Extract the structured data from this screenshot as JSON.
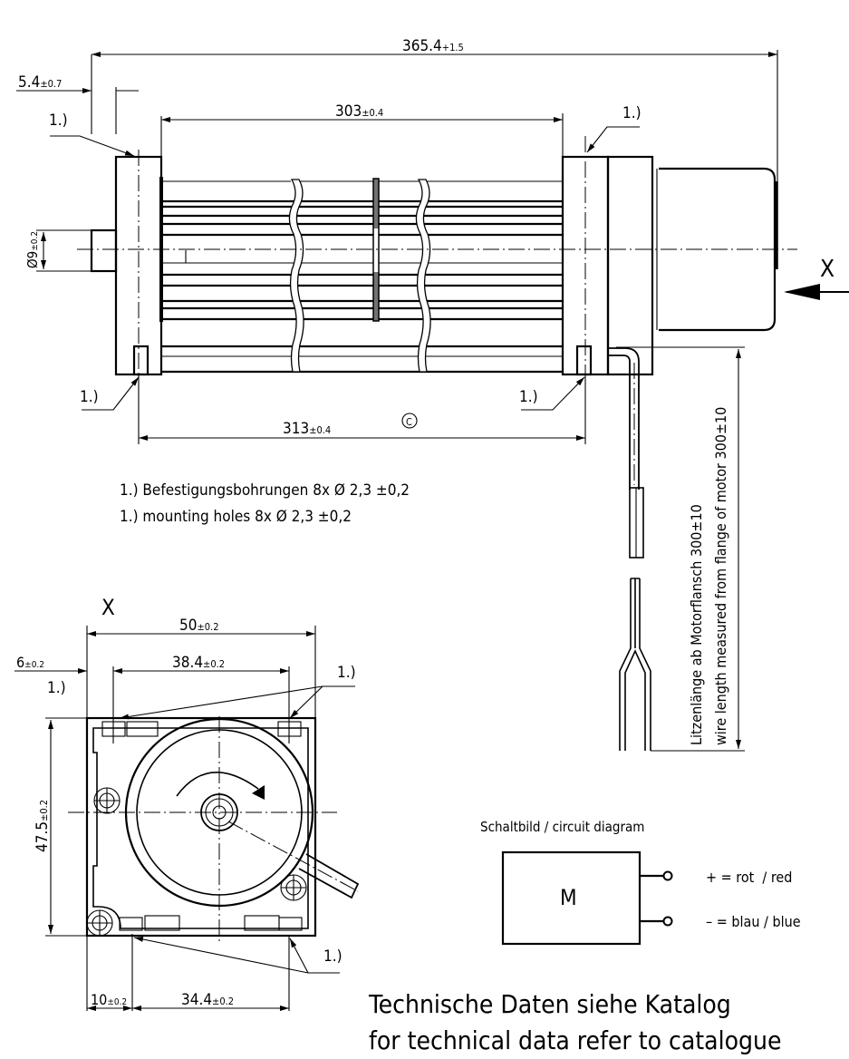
{
  "drawing": {
    "side_view": {
      "dim_overall_length": "365.4",
      "dim_overall_length_tol": "+1.5",
      "dim_shaft_offset": "5.4",
      "dim_shaft_offset_tol": "±0.7",
      "dim_impeller_length": "303",
      "dim_impeller_length_tol": "±0.4",
      "dim_hole_spacing": "313",
      "dim_hole_spacing_tol": "±0.4",
      "dim_hole_spacing_mark": "C",
      "dim_shaft_diameter": "Ø9",
      "dim_shaft_diameter_tol": "±0.2",
      "view_marker": "X",
      "callouts": [
        "1.)",
        "1.)",
        "1.)",
        "1.)"
      ]
    },
    "notes": {
      "mounting_holes_de": "1.) Befestigungsbohrungen 8x Ø 2,3 ±0,2",
      "mounting_holes_en": "1.) mounting holes 8x Ø 2,3 ±0,2"
    },
    "wire": {
      "label_de": "Litzenlänge ab Motorflansch 300±10",
      "label_en": "wire length measured from flange of motor 300±10"
    },
    "end_view": {
      "title": "X",
      "dim_width": "50",
      "dim_width_tol": "±0.2",
      "dim_hole_pitch": "38.4",
      "dim_hole_pitch_tol": "±0.2",
      "dim_edge_offset": "6",
      "dim_edge_offset_tol": "±0.2",
      "dim_height": "47.5",
      "dim_height_tol": "±0.2",
      "dim_bottom_offset": "10",
      "dim_bottom_offset_tol": "±0.2",
      "dim_bottom_pitch": "34.4",
      "dim_bottom_pitch_tol": "±0.2",
      "callouts": [
        "1.)",
        "1.)",
        "1.)"
      ]
    },
    "circuit": {
      "title": "Schaltbild / circuit diagram",
      "motor_symbol": "M",
      "terminal_plus": "+ = rot  / red",
      "terminal_minus": "– = blau / blue"
    },
    "footer": {
      "line1": "Technische Daten siehe Katalog",
      "line2": "for technical data refer to catalogue"
    }
  }
}
